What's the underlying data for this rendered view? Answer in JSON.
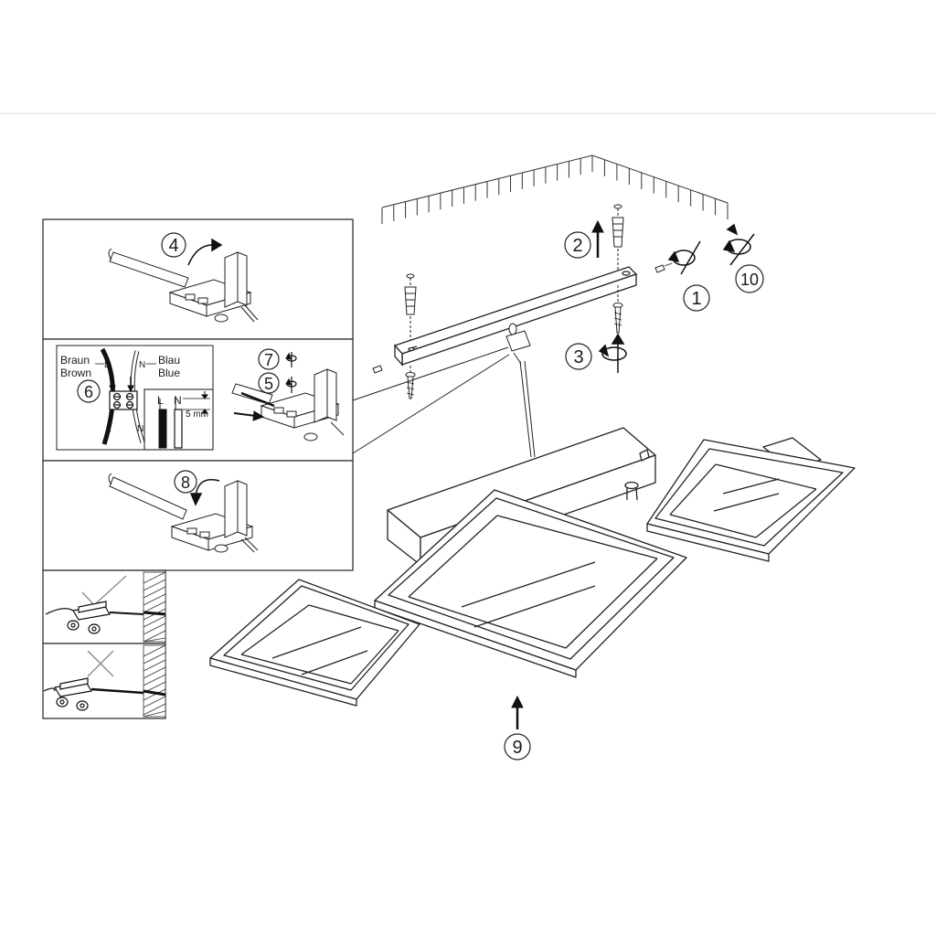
{
  "steps": {
    "s1": "1",
    "s2": "2",
    "s3": "3",
    "s4": "4",
    "s5": "5",
    "s6": "6",
    "s7": "7",
    "s8": "8",
    "s9": "9",
    "s10": "10"
  },
  "wiring": {
    "brown_de": "Braun",
    "brown_en": "Brown",
    "blue_de": "Blau",
    "blue_en": "Blue",
    "live": "L",
    "neutral": "N",
    "live_bottom": "L",
    "neutral_bottom": "N",
    "strip_live": "L",
    "strip_neutral": "N",
    "strip_length": "5 mm"
  }
}
